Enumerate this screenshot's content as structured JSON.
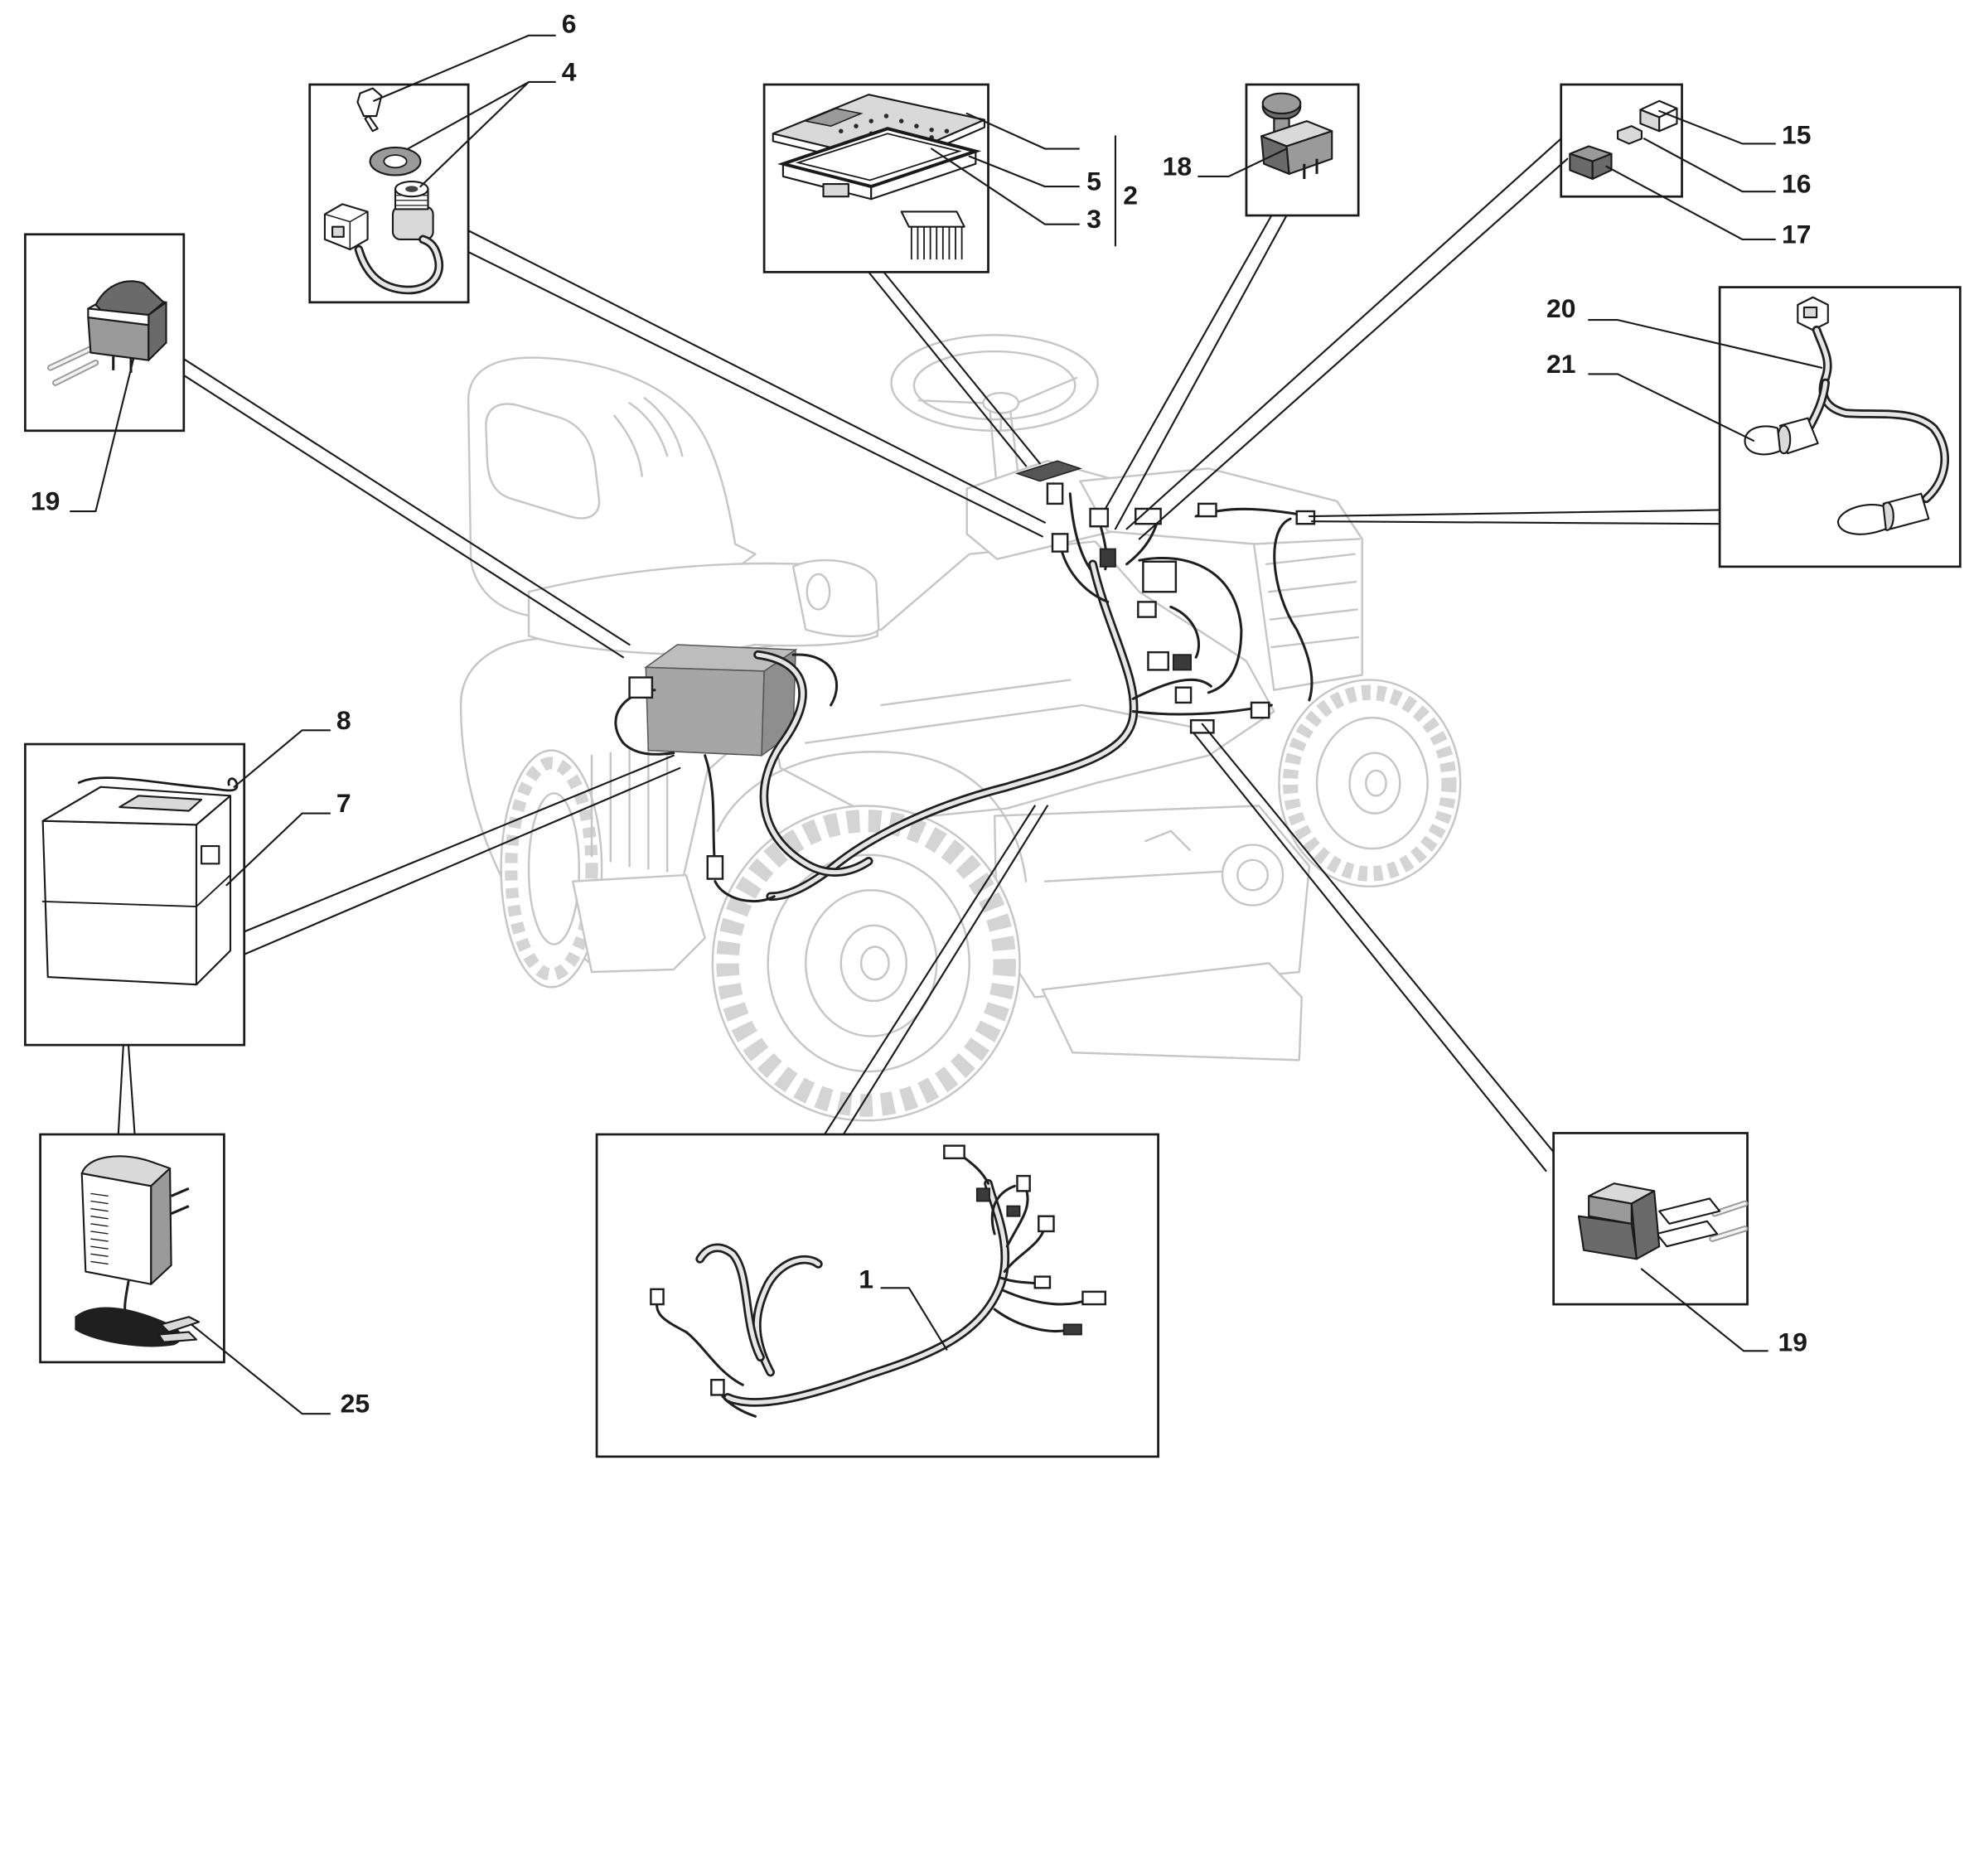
{
  "callouts": {
    "part_6": "6",
    "part_4": "4",
    "part_5": "5",
    "part_2": "2",
    "part_3": "3",
    "part_18": "18",
    "part_15": "15",
    "part_16": "16",
    "part_17": "17",
    "part_20": "20",
    "part_21": "21",
    "part_19_left": "19",
    "part_19_right": "19",
    "part_8": "8",
    "part_7": "7",
    "part_25": "25",
    "part_1": "1"
  }
}
